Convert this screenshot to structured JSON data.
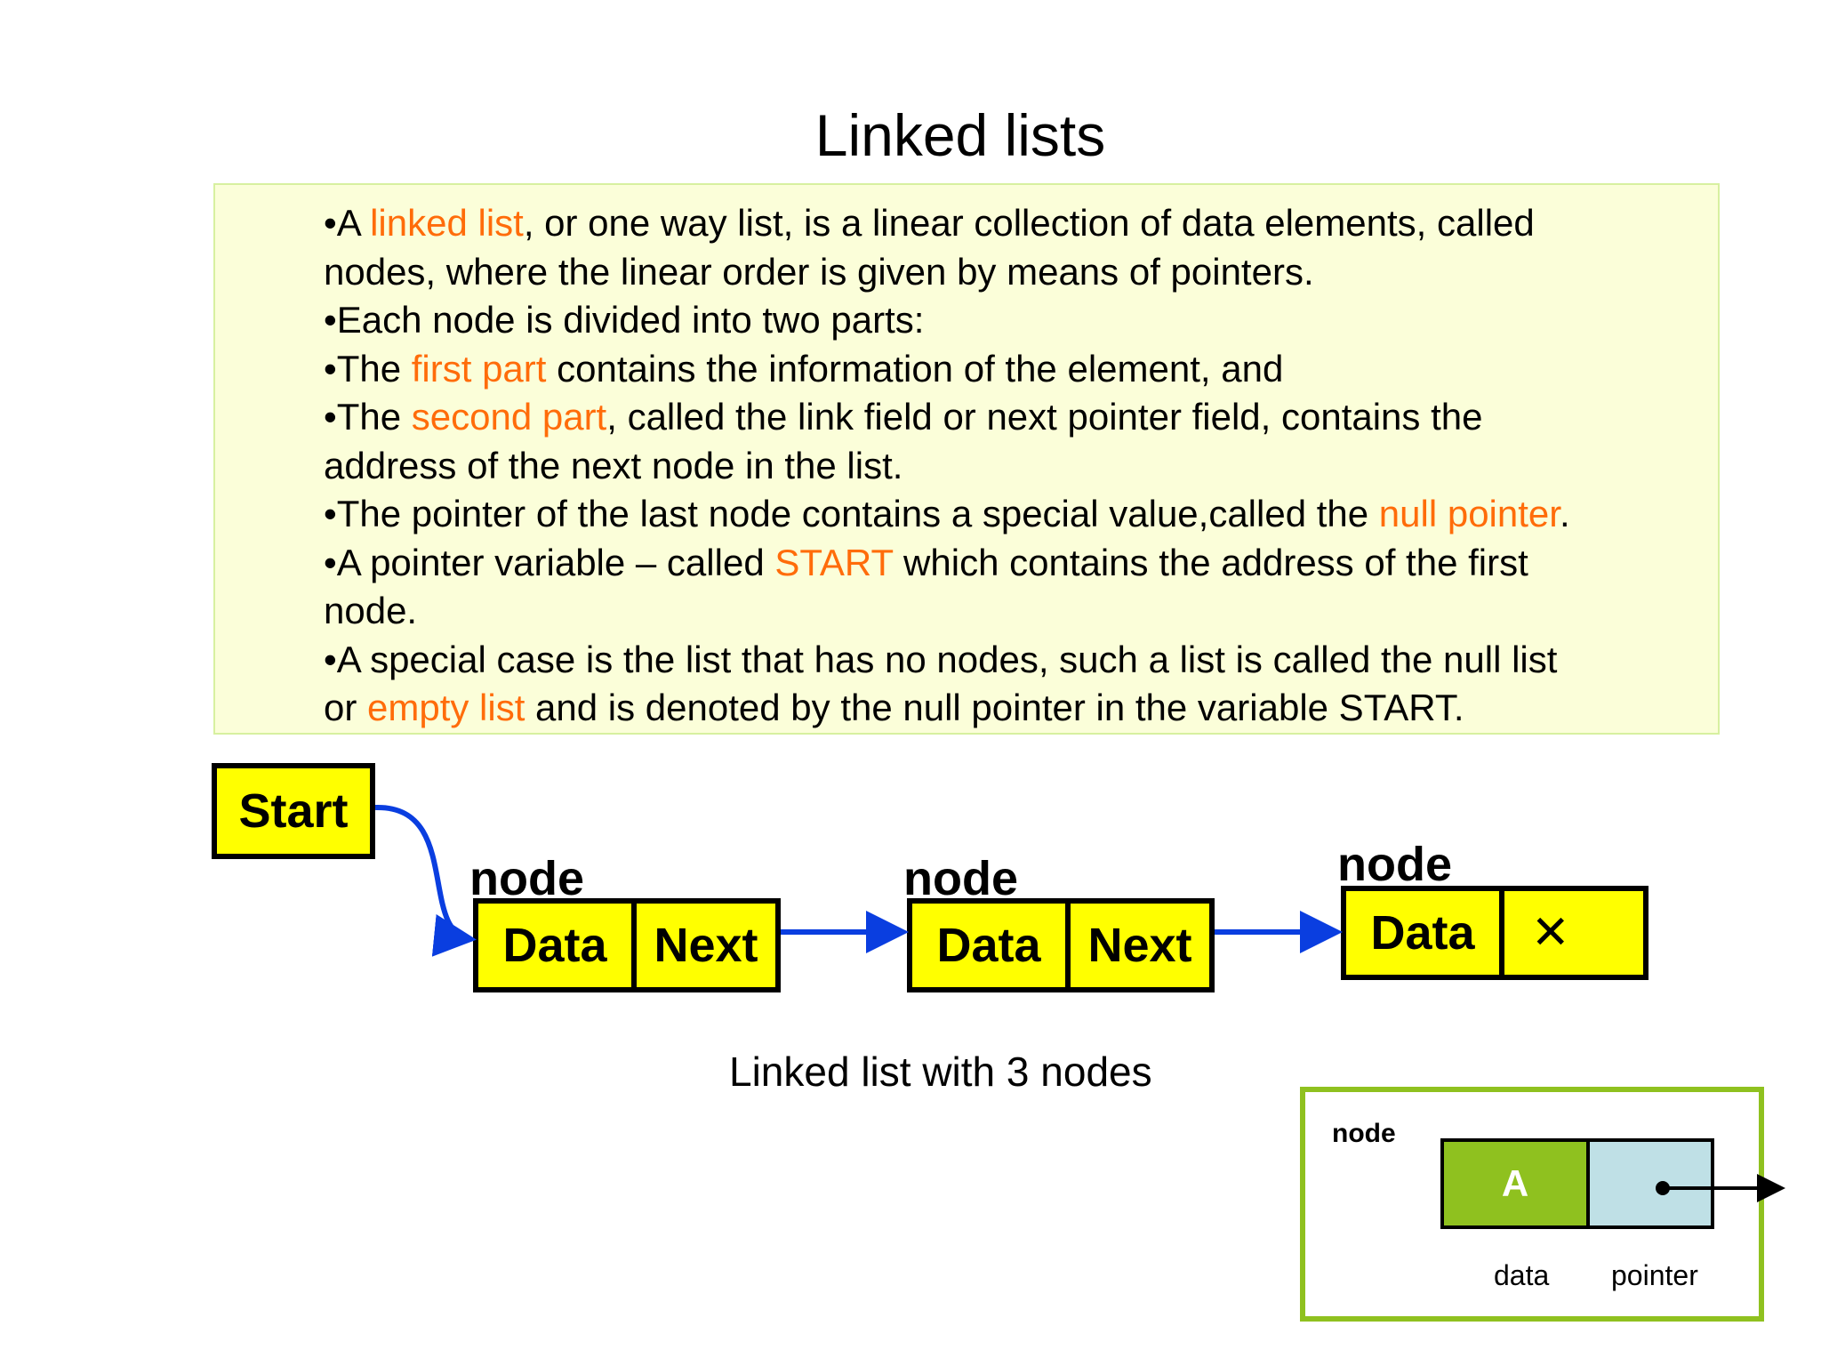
{
  "title": "Linked lists",
  "bullets": [
    [
      {
        "t": "•A "
      },
      {
        "t": "linked list",
        "hl": true
      },
      {
        "t": ", or one way list, is a linear collection of data elements, called"
      }
    ],
    [
      {
        "t": "nodes, where the linear order is given by means of pointers."
      }
    ],
    [
      {
        "t": "•Each node is divided into two parts:"
      }
    ],
    [
      {
        "t": "•The "
      },
      {
        "t": "first part",
        "hl": true
      },
      {
        "t": " contains the information of the element, and"
      }
    ],
    [
      {
        "t": "•The "
      },
      {
        "t": "second part",
        "hl": true
      },
      {
        "t": ", called the link field or next pointer field, contains the"
      }
    ],
    [
      {
        "t": "address of the next node in the list."
      }
    ],
    [
      {
        "t": "•The pointer of the last node contains a special value,called the "
      },
      {
        "t": "null pointer",
        "hl": true
      },
      {
        "t": "."
      }
    ],
    [
      {
        "t": "•A pointer variable – called "
      },
      {
        "t": "START",
        "hl": true
      },
      {
        "t": " which contains the address of the first"
      }
    ],
    [
      {
        "t": "node."
      }
    ],
    [
      {
        "t": "•A special case is the list that has no nodes, such a list is called the null list"
      }
    ],
    [
      {
        "t": "or "
      },
      {
        "t": "empty list",
        "hl": true
      },
      {
        "t": " and is denoted by the null pointer in the variable START."
      }
    ]
  ],
  "diagram": {
    "start_label": "Start",
    "node_label": "node",
    "data_label": "Data",
    "next_label": "Next",
    "null_symbol": "✕",
    "caption": "Linked list with 3 nodes"
  },
  "legend": {
    "node_label": "node",
    "data_value": "A",
    "data_caption": "data",
    "pointer_caption": "pointer"
  },
  "colors": {
    "highlight": "#ff6c0a",
    "node_fill": "#ffff00",
    "arrow": "#0a3ee0",
    "text_box": "#fbfed9",
    "legend_border": "#8fc11f",
    "legend_data": "#8fc11f",
    "legend_pointer": "#bfe0e6"
  }
}
